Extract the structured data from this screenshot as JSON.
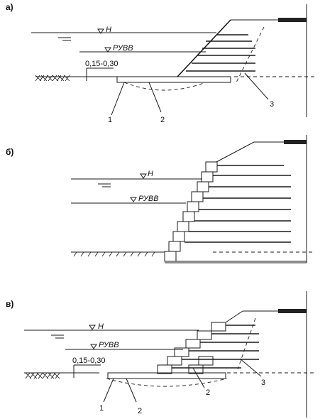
{
  "panels": {
    "a": {
      "label": "а)",
      "water_high": "H",
      "water_low": "РУВВ",
      "dim": "0,15-0,30",
      "callouts": [
        "1",
        "2",
        "3"
      ]
    },
    "b": {
      "label": "б)",
      "water_high": "H",
      "water_low": "РУВВ"
    },
    "c": {
      "label": "в)",
      "water_high": "H",
      "water_low": "РУВВ",
      "dim": "0,15-0,30",
      "callouts": [
        "1",
        "2",
        "2",
        "3"
      ]
    }
  }
}
